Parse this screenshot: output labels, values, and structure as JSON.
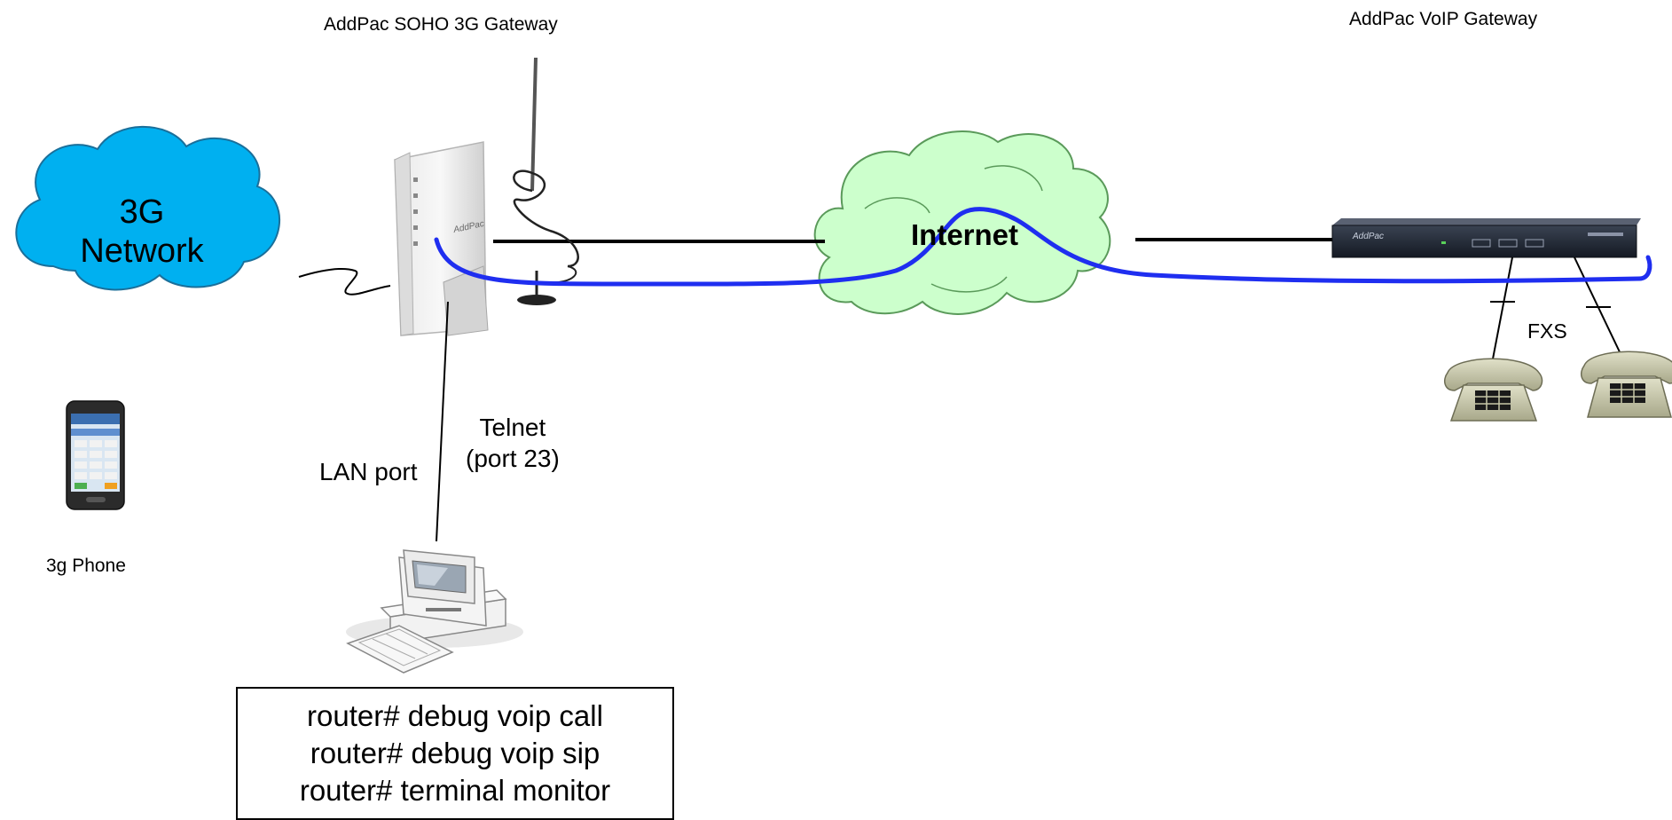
{
  "labels": {
    "soho_gateway": "AddPac  SOHO 3G  Gateway",
    "voip_gateway": "AddPac VoIP Gateway",
    "network_3g_line1": "3G",
    "network_3g_line2": "Network",
    "internet": "Internet",
    "fxs": "FXS",
    "phone_3g": "3g Phone",
    "telnet_line1": "Telnet",
    "telnet_line2": "(port 23)",
    "lan_port": "LAN port",
    "soho_brand": "AddPac",
    "voip_brand": "AddPac"
  },
  "commands": [
    "router# debug voip call",
    "router# debug voip sip",
    "router# terminal monitor"
  ],
  "colors": {
    "cloud_3g_fill": "#00b0f0",
    "internet_cloud_fill": "#ccffcc",
    "internet_cloud_stroke": "#5a9a5a",
    "call_path": "#1f2ef0",
    "link_line": "#000000",
    "phone_body": "#c8c8a8",
    "device_dark": "#1f2633"
  },
  "icons": {
    "cloud_3g": "cloud-3g-icon",
    "cloud_internet": "cloud-internet-icon",
    "soho_gateway": "soho-gateway-device-icon",
    "voip_gateway": "rack-gateway-device-icon",
    "phone_fxs": "desk-phone-icon",
    "smartphone": "smartphone-icon",
    "pc": "desktop-pc-icon"
  }
}
